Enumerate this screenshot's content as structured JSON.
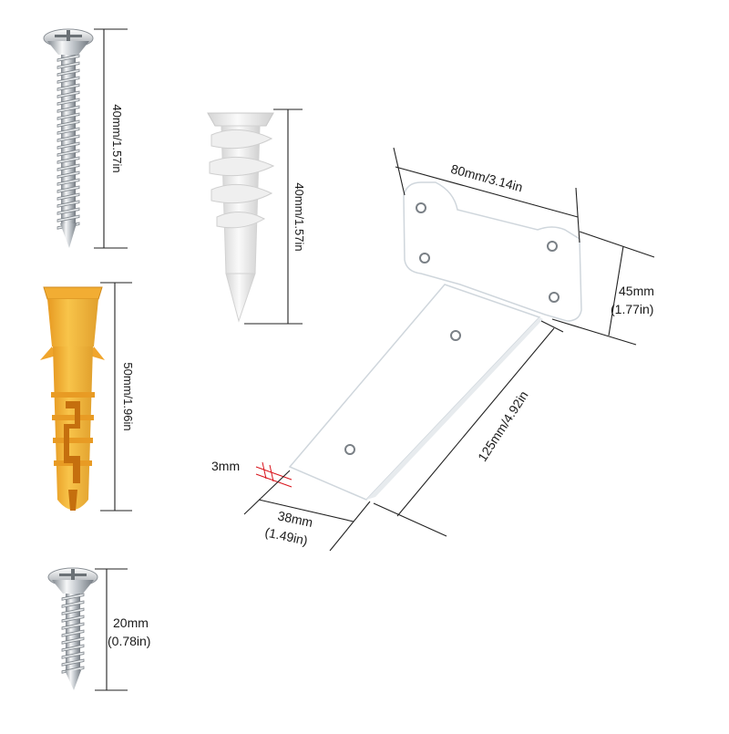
{
  "colors": {
    "metal_light": "#f2f4f6",
    "metal_dark": "#8d939a",
    "anchor_yellow": "#f3b73a",
    "anchor_shade": "#d98f1d",
    "anchor_slot": "#c9730f",
    "plastic": "#f4f4f4",
    "plastic_shade": "#d6d6d6",
    "bracket_edge": "#cfd6dc",
    "accent_red": "#d9141c"
  },
  "icons": {
    "long_screw": "screw-icon",
    "plastic_anchor": "wall-anchor-icon",
    "drywall_anchor": "self-drilling-anchor-icon",
    "short_screw": "screw-icon",
    "bracket": "angle-bracket-icon"
  },
  "labels": {
    "long_screw": "40mm/1.57in",
    "plastic_anchor": "50mm/1.96in",
    "short_screw_mm": "20mm",
    "short_screw_in": "(0.78in)",
    "drywall_anchor": "40mm/1.57in",
    "bracket_top": "80mm/3.14in",
    "bracket_height_mm": "45mm",
    "bracket_height_in": "(1.77in)",
    "bracket_length": "125mm/4.92in",
    "bracket_thickness": "3mm",
    "bracket_width_mm": "38mm",
    "bracket_width_in": "(1.49in)"
  }
}
